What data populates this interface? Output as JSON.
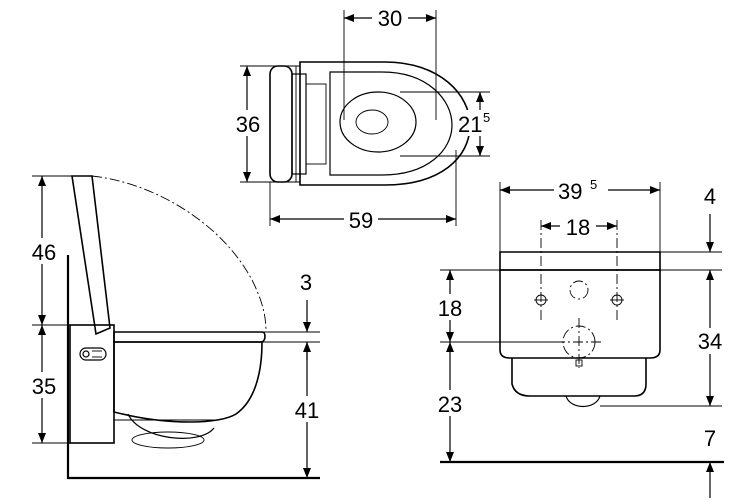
{
  "top_view": {
    "width_30": "30",
    "depth_36": "36",
    "hole_21": "21",
    "hole_21_sup": "5",
    "length_59": "59"
  },
  "side_view": {
    "lid_46": "46",
    "bowl_35": "35",
    "gap_3": "3",
    "height_41": "41"
  },
  "front_view": {
    "width_39": "39",
    "width_39_sup": "5",
    "bolt_18": "18",
    "top_4": "4",
    "center_18": "18",
    "body_34": "34",
    "floor_23": "23",
    "floor_7": "7"
  }
}
